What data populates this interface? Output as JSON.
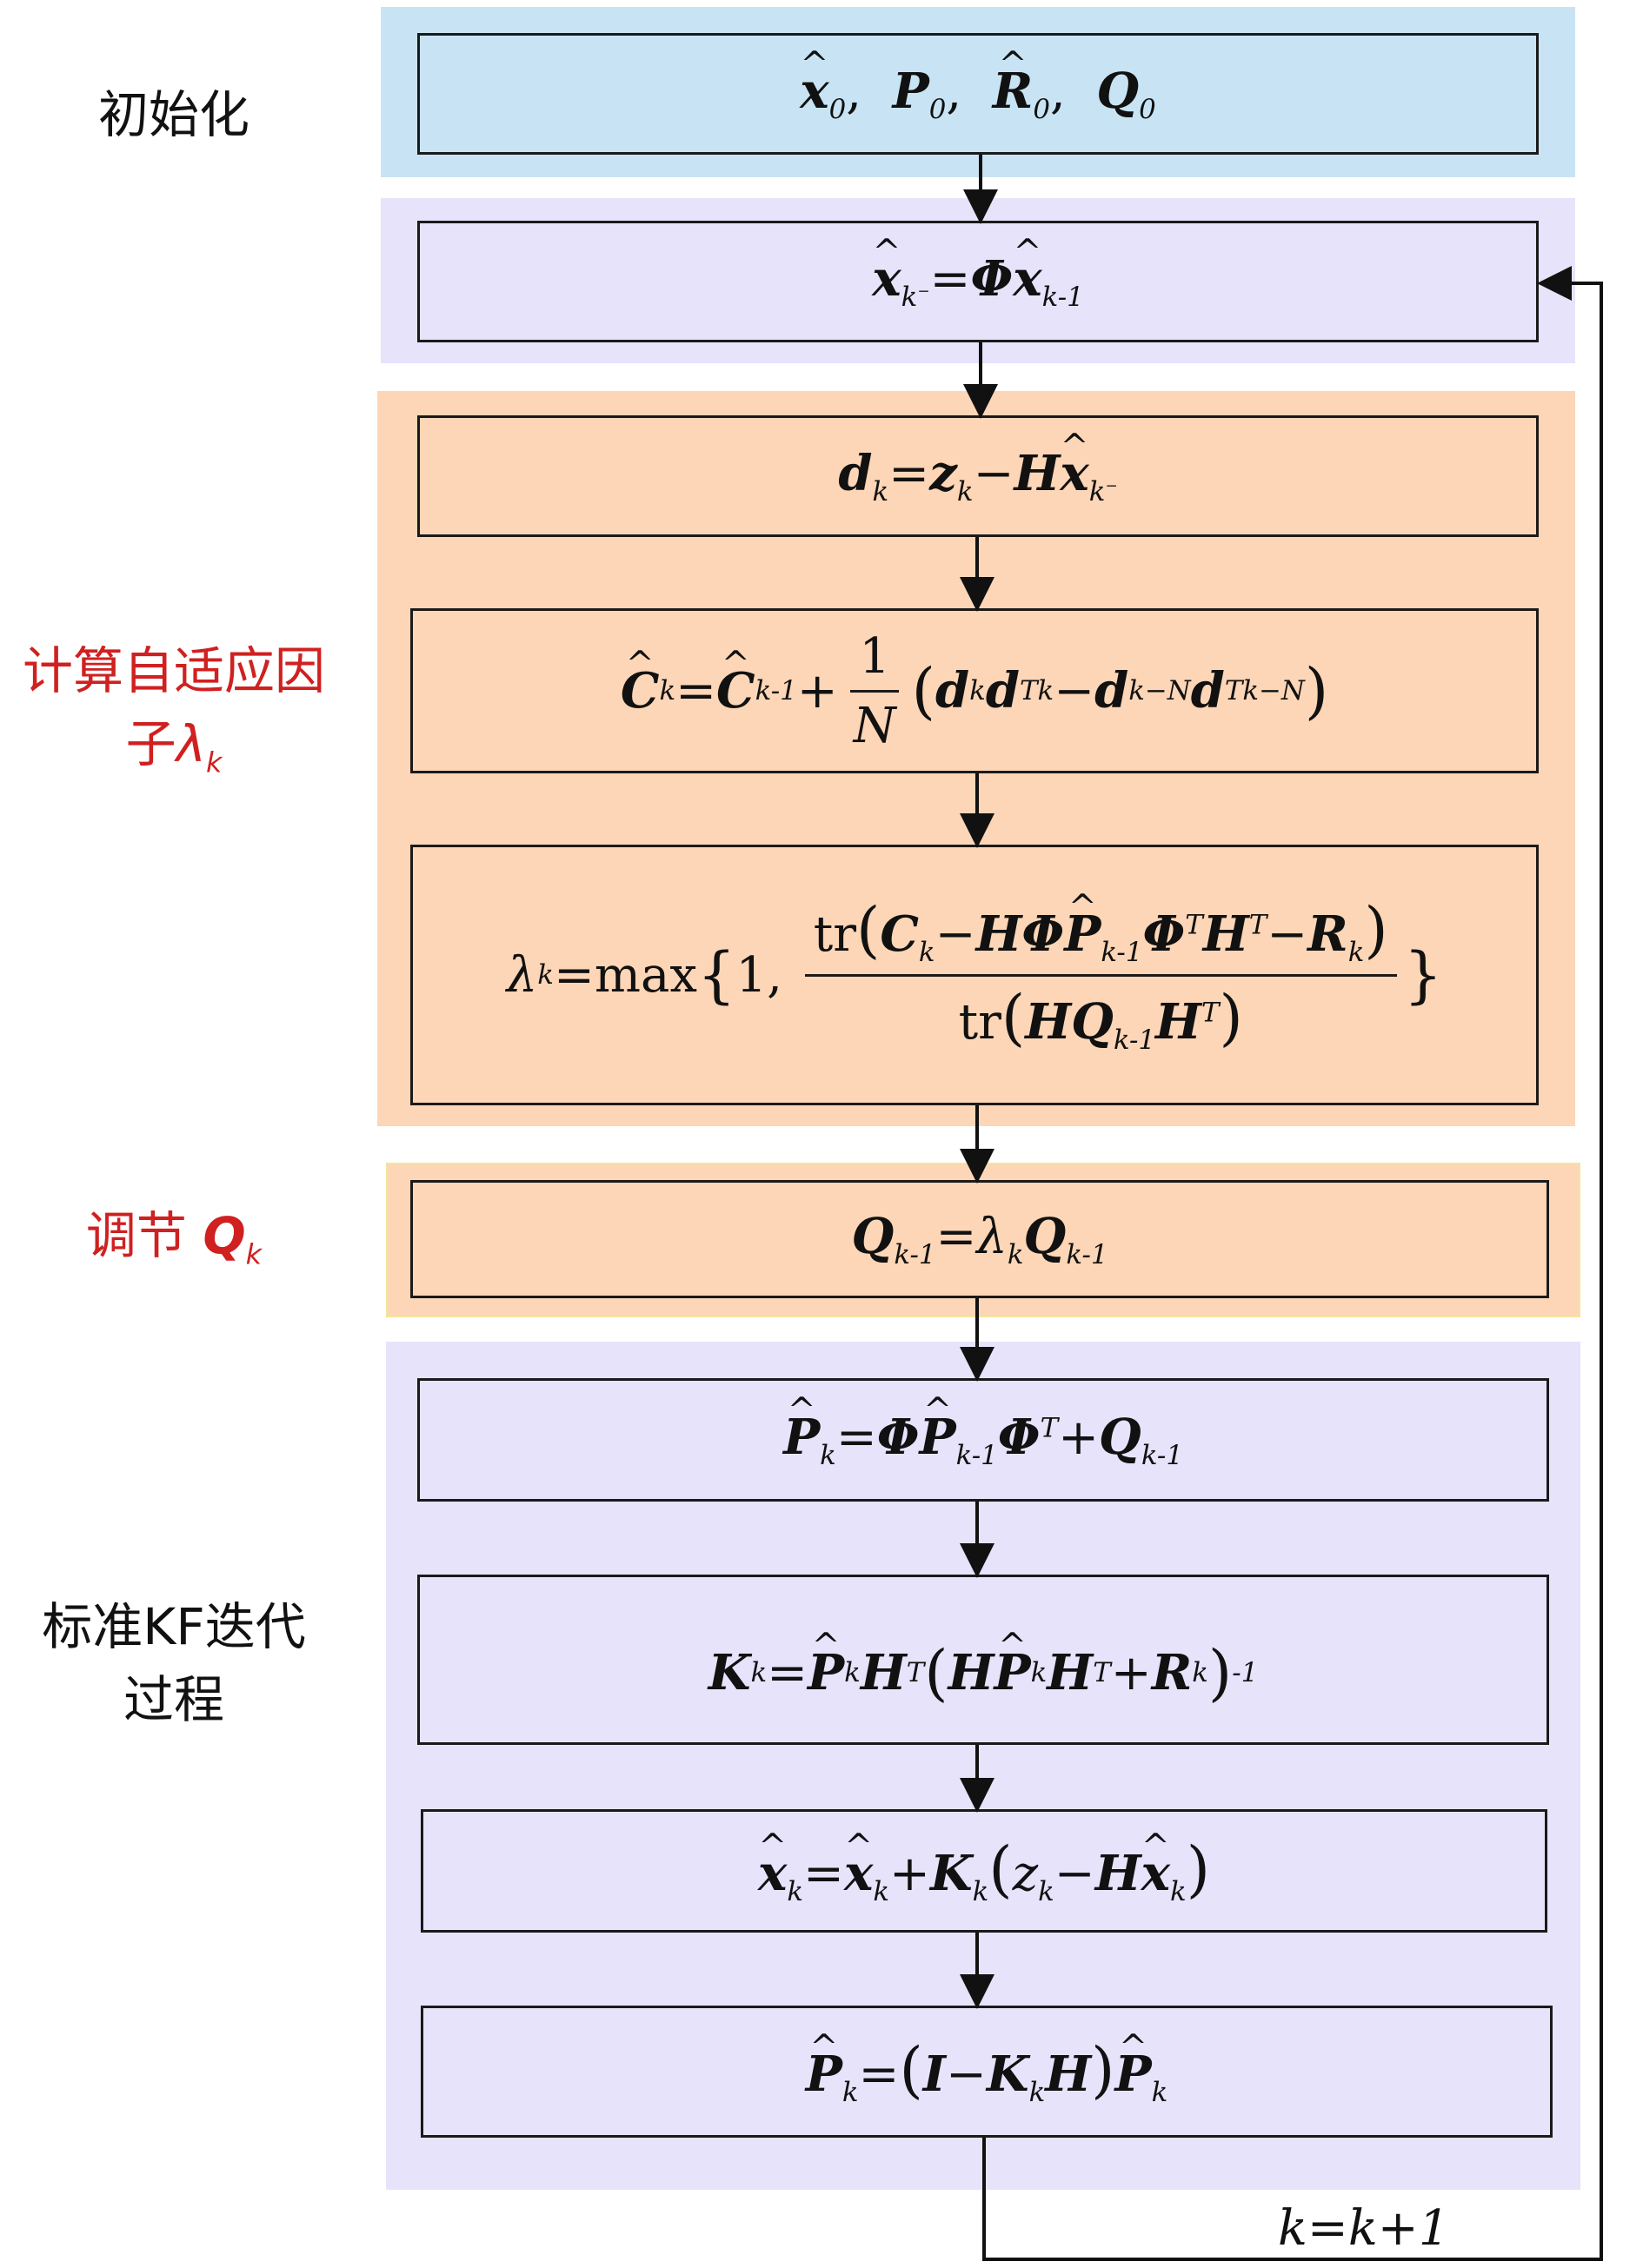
{
  "stages": [
    {
      "label": "初始化",
      "label_color": "#111111"
    },
    {
      "label": "计算自适应因",
      "label2": "子",
      "label2_sym": "λ",
      "label2_sub": "k",
      "label_color": "#d02020"
    },
    {
      "label": "调节",
      "label_sym": "Q",
      "label_sub": "k",
      "label_color": "#d02020"
    },
    {
      "label": "标准KF迭代",
      "label2": "过程",
      "label_color": "#111111"
    }
  ],
  "loop_label": "k=k+1",
  "colors": {
    "init_fill": "#c8e4f4",
    "predict_fill": "#e7e3fb",
    "adaptive_fill": "#fcd6b6",
    "adjust_fill": "#fcd6b6",
    "kf_fill": "#e7e3fb",
    "label_red": "#d02020"
  },
  "formulas": {
    "init": {
      "x": "x",
      "sub0": "0",
      "p": "P",
      "r": "R",
      "q": "Q",
      "sep": ","
    },
    "predict_state": {
      "x": "x",
      "k": "k",
      "minus": "−",
      "phi": "Φ",
      "km1": "k-1",
      "eq": "="
    },
    "innovation": {
      "d": "d",
      "z": "z",
      "h": "H",
      "x": "x",
      "k": "k",
      "eq": "=",
      "minus": "−"
    },
    "covariance_est": {
      "c": "C",
      "one": "1",
      "n": "N",
      "d": "d",
      "t": "T",
      "knN": "k−N",
      "k": "k",
      "km1": "k-1"
    },
    "lambda": {
      "lam": "λ",
      "max": "max",
      "one": "1",
      "tr": "tr",
      "c": "C",
      "h": "H",
      "phi": "Φ",
      "p": "P",
      "r": "R",
      "q": "Q",
      "t": "T",
      "k": "k",
      "km1": "k-1"
    },
    "adjust_q": {
      "q": "Q",
      "lam": "λ",
      "k": "k",
      "km1": "k-1"
    },
    "predict_cov": {
      "p": "P",
      "phi": "Φ",
      "q": "Q",
      "t": "T",
      "k": "k",
      "km1": "k-1"
    },
    "gain": {
      "k_mat": "K",
      "p": "P",
      "h": "H",
      "r": "R",
      "t": "T",
      "inv": "-1",
      "k": "k"
    },
    "update_state": {
      "x": "x",
      "k_mat": "K",
      "z": "z",
      "h": "H",
      "k": "k"
    },
    "update_cov": {
      "p": "P",
      "i": "I",
      "k_mat": "K",
      "h": "H",
      "k": "k"
    }
  }
}
